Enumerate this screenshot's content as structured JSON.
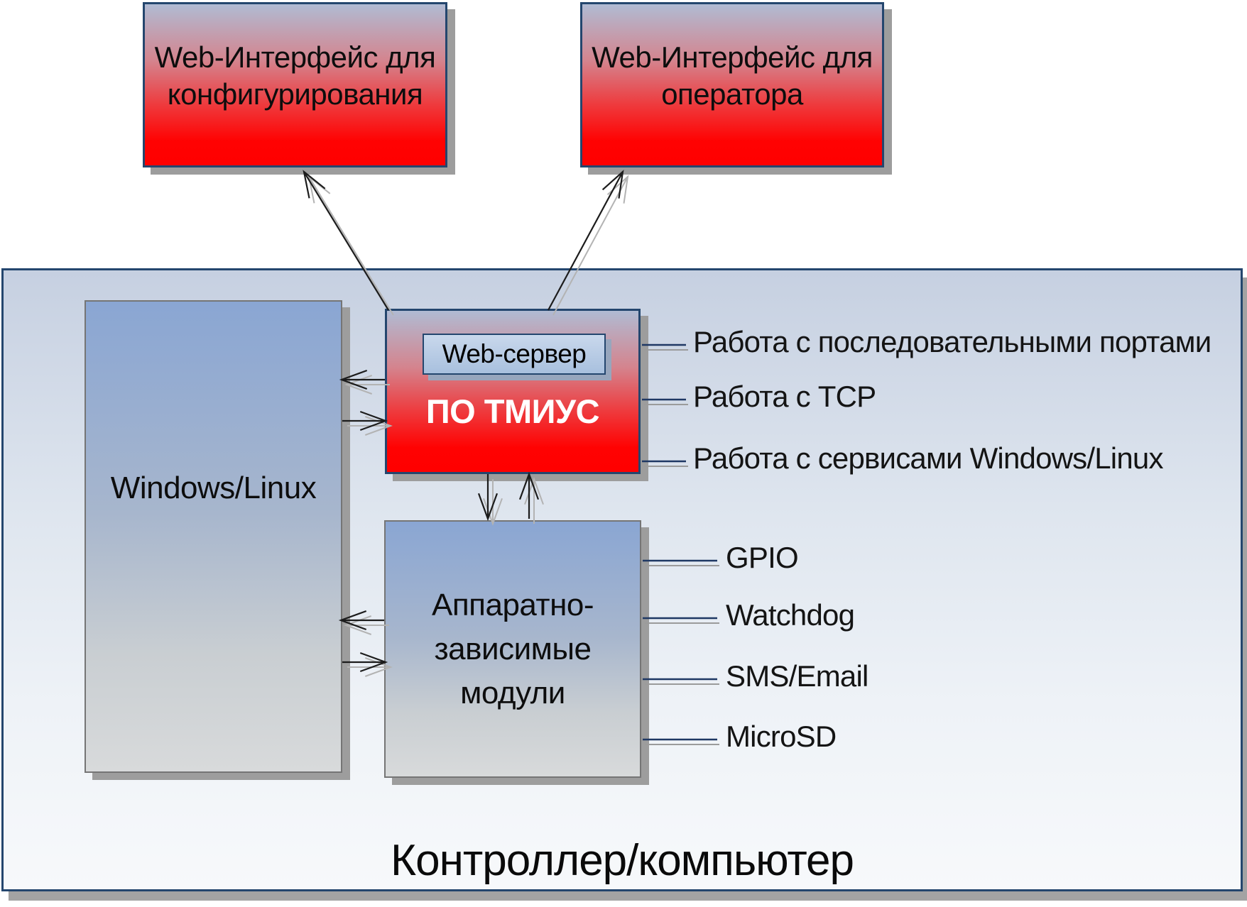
{
  "top_boxes": [
    {
      "label": "Web-Интерфейс для конфигурирования"
    },
    {
      "label": "Web-Интерфейс для оператора"
    }
  ],
  "os_box": {
    "label": "Windows/Linux"
  },
  "tmius_box": {
    "web_server": "Web-сервер",
    "label": "ПО ТМИУС"
  },
  "hw_box": {
    "label": "Аппаратно-зависимые модули"
  },
  "tmius_services": [
    "Работа с последовательными портами",
    "Работа с TCP",
    "Работа с сервисами Windows/Linux"
  ],
  "hw_services": [
    "GPIO",
    "Watchdog",
    "SMS/Email",
    "MicroSD"
  ],
  "container": {
    "label": "Контроллер/компьютер"
  },
  "colors": {
    "box_red": "#ff0000",
    "box_red_top": "#b0bbd3",
    "border_navy": "#24466e",
    "box_blue_top": "#8aa6d3",
    "box_blue_bottom": "#d8dadb",
    "shadow_gray": "#9d9d9d",
    "connector_navy": "#1f3864"
  }
}
